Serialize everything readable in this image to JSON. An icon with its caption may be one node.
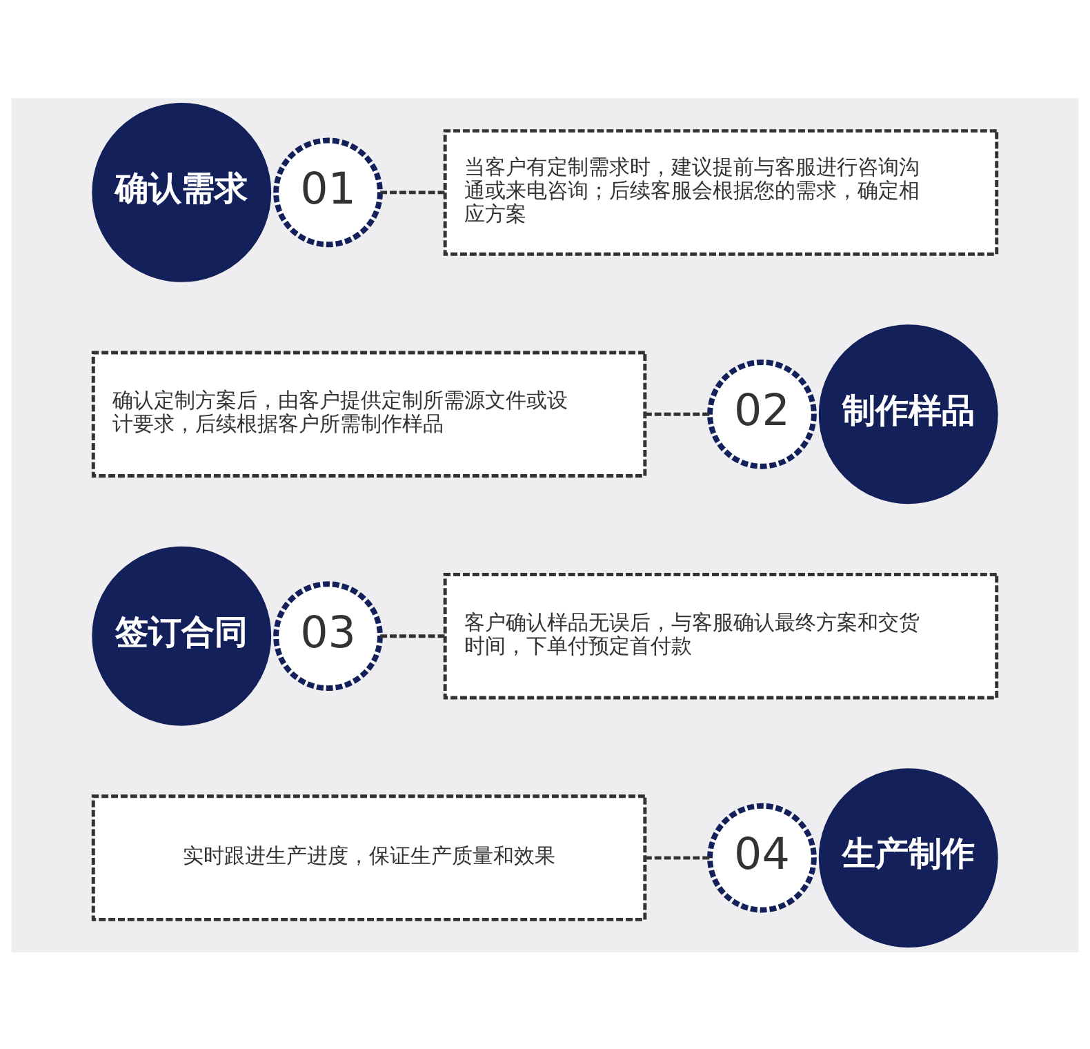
{
  "diagram": {
    "nodes": [
      {
        "text": [
          "确认需求"
        ]
      },
      {
        "text": [
          "01"
        ]
      },
      {
        "text": [
          "当客户有定制需求时，建议提前与客服进行咨询沟通或来电咨询；后续客服会根据您的需求，确定相应方案"
        ]
      },
      {
        "text": [
          "确认定制方案后，由客户提供定制所需源文件或设计要求，后续根据客户所需制作样品"
        ]
      },
      {
        "text": [
          "02"
        ]
      },
      {
        "text": [
          "制作样品"
        ]
      },
      {
        "text": [
          "签订合同"
        ]
      },
      {
        "text": [
          "03"
        ]
      },
      {
        "text": [
          "客户确认样品无误后，与客服确认最终方案和交货时间，下单付预定首付款"
        ]
      },
      {
        "text": [
          "实时跟进生产进度，保证生产质量和效果"
        ]
      },
      {
        "text": [
          "04"
        ]
      },
      {
        "text": [
          "生产制作"
        ]
      }
    ],
    "edges": [
      {
        "from": 1,
        "to": 2,
        "arrow": "none",
        "style": "dashed"
      },
      {
        "from": 3,
        "to": 4,
        "arrow": "none",
        "style": "dashed"
      },
      {
        "from": 7,
        "to": 8,
        "arrow": "none",
        "style": "dashed"
      },
      {
        "from": 9,
        "to": 10,
        "arrow": "none",
        "style": "dashed"
      }
    ]
  }
}
